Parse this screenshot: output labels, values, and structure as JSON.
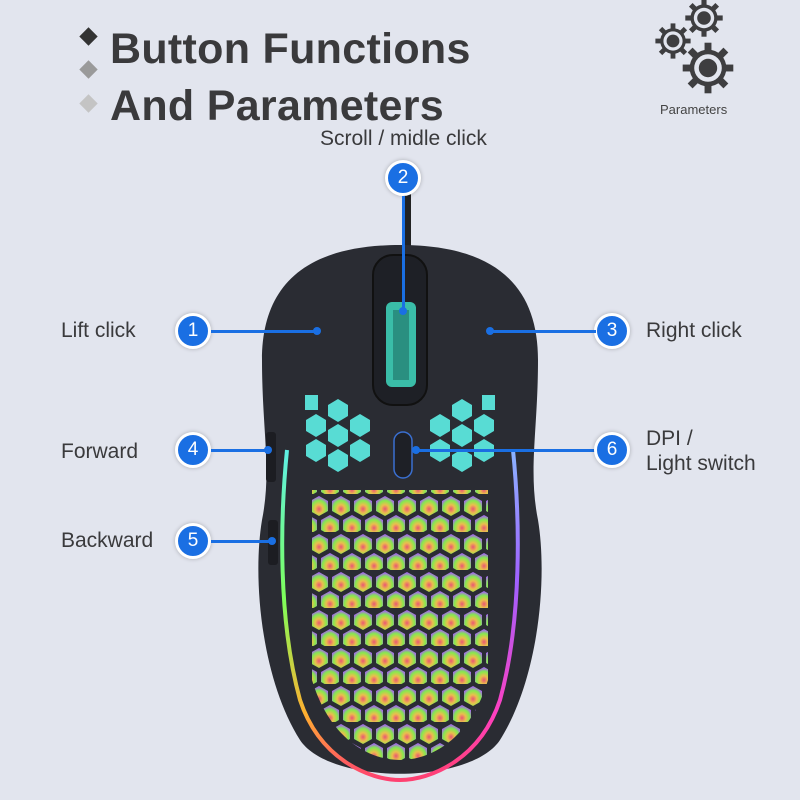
{
  "header": {
    "title_line1": "Button Functions",
    "title_line2": "And Parameters",
    "bullet_colors": [
      "#333333",
      "#9a9a9a",
      "#c4c4c4"
    ]
  },
  "parameters_badge": {
    "icon": "gears-icon",
    "label": "Parameters"
  },
  "callouts": [
    {
      "number": "1",
      "label": "Lift click"
    },
    {
      "number": "2",
      "label": "Scroll / midle click"
    },
    {
      "number": "3",
      "label": "Right click"
    },
    {
      "number": "4",
      "label": "Forward"
    },
    {
      "number": "5",
      "label": "Backward"
    },
    {
      "number": "6",
      "label_line1": "DPI /",
      "label_line2": "Light switch"
    }
  ],
  "colors": {
    "background": "#e2e5ee",
    "accent": "#1a6fe3",
    "text": "#3a3a3c",
    "mouse_body": "#2a2c33",
    "glow_cyan": "#5ef0e6"
  }
}
